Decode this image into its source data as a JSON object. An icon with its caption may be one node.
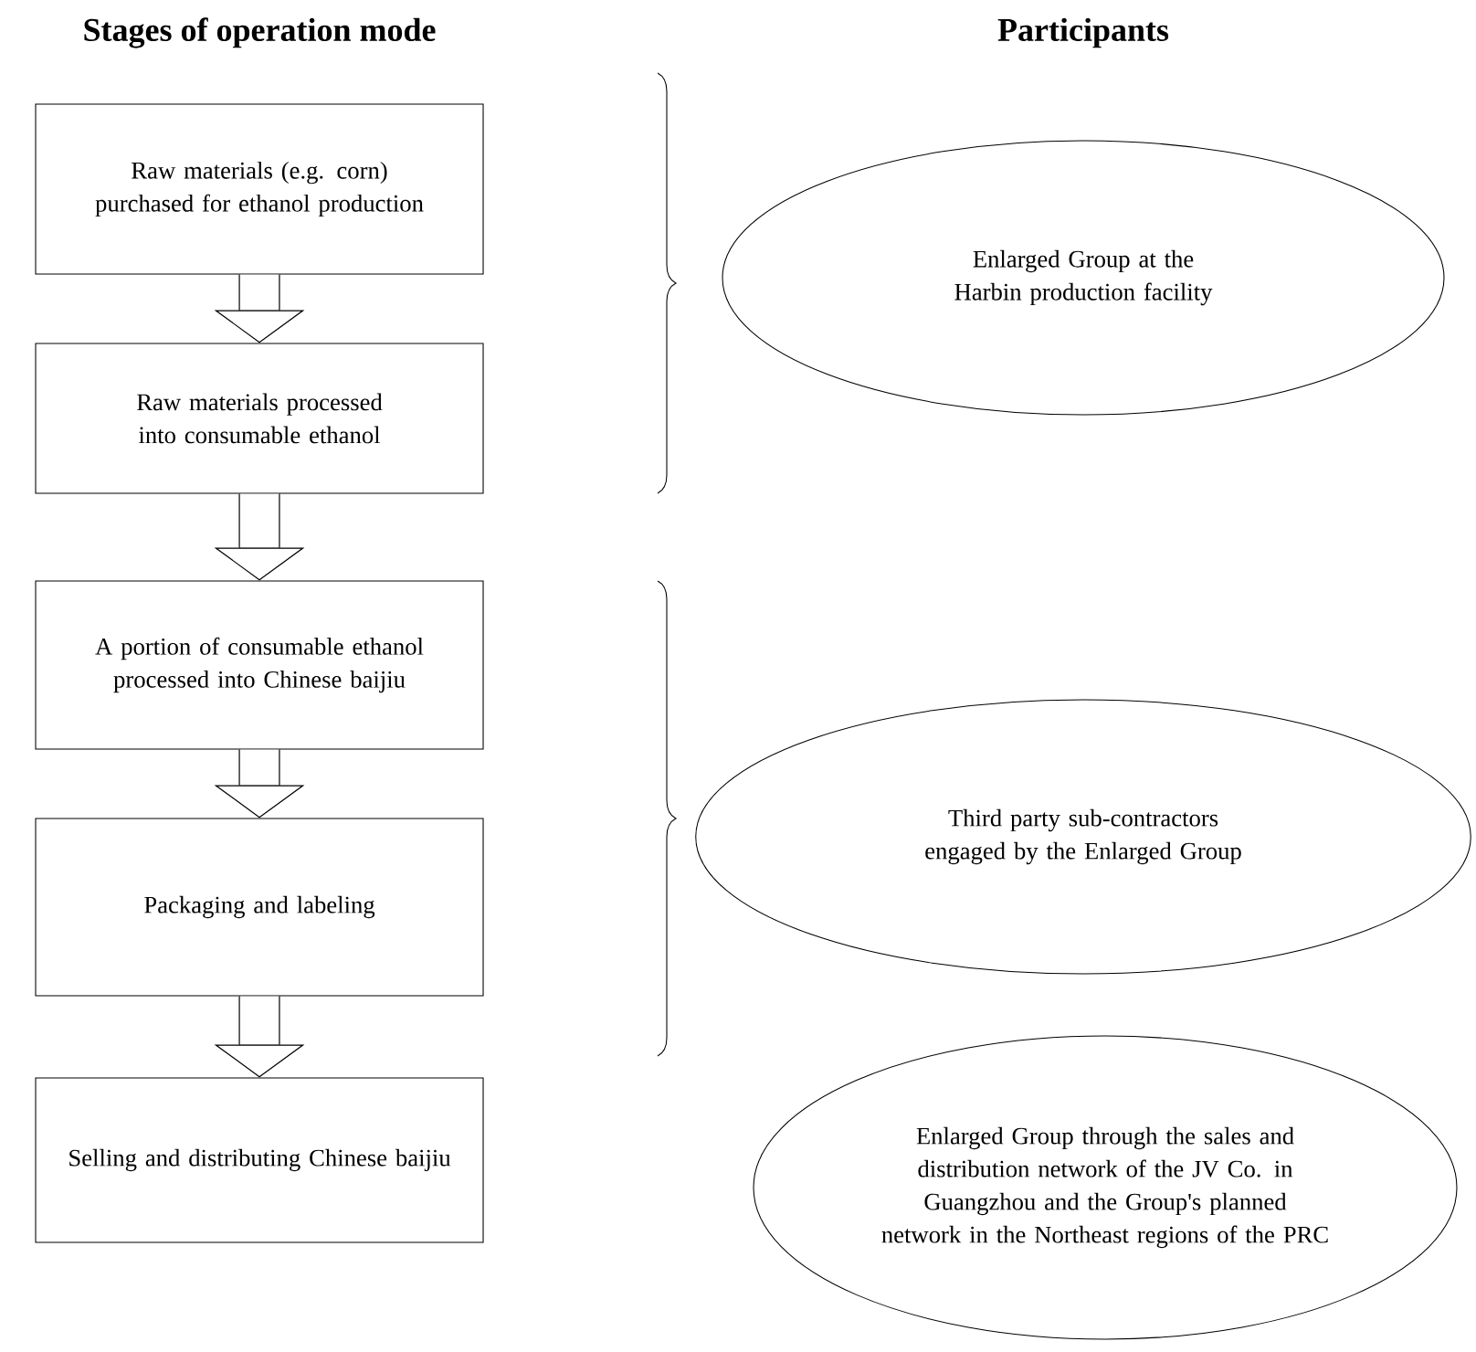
{
  "diagram": {
    "nodes": [
      {
        "text": [
          "Raw materials (e.g. corn) purchased for ethanol production"
        ]
      },
      {
        "text": [
          "Raw materials processed into consumable ethanol"
        ]
      },
      {
        "text": [
          "A portion of consumable ethanol processed into Chinese baijiu"
        ]
      },
      {
        "text": [
          "Packaging and labeling"
        ]
      },
      {
        "text": [
          "Selling and distributing Chinese baijiu"
        ]
      },
      {
        "text": [
          "Enlarged Group at the Harbin production facility"
        ]
      },
      {
        "text": [
          "Third party sub-contractors engaged by the Enlarged Group"
        ]
      },
      {
        "text": [
          "Enlarged Group through the sales and distribution network of the JV Co. in Guangzhou and the Group's planned network in the Northeast regions of the PRC"
        ]
      }
    ],
    "edges": [
      {
        "from": 0,
        "to": 1,
        "arrow": "to"
      },
      {
        "from": 1,
        "to": 2,
        "arrow": "to"
      },
      {
        "from": 2,
        "to": 3,
        "arrow": "to"
      },
      {
        "from": 3,
        "to": 4,
        "arrow": "to"
      }
    ],
    "labels": [
      "Stages of operation mode",
      "Participants"
    ]
  }
}
